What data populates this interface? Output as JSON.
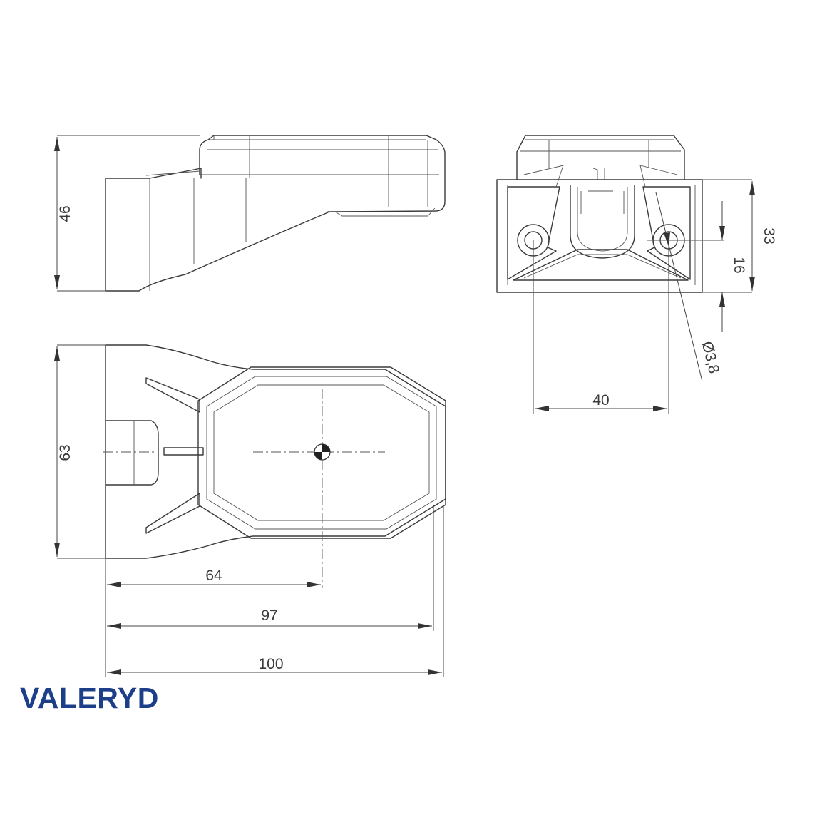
{
  "dimensions": {
    "side_height": "46",
    "front_height": "33",
    "front_mount_offset": "16",
    "hole_diameter": "Ø3,8",
    "hole_spacing": "40",
    "top_depth": "63",
    "center_offset": "64",
    "body_length": "97",
    "overall_length": "100"
  },
  "brand": {
    "name": "VALERYD",
    "color": "#1d3f8a"
  },
  "line_color": "#3a3a3a"
}
